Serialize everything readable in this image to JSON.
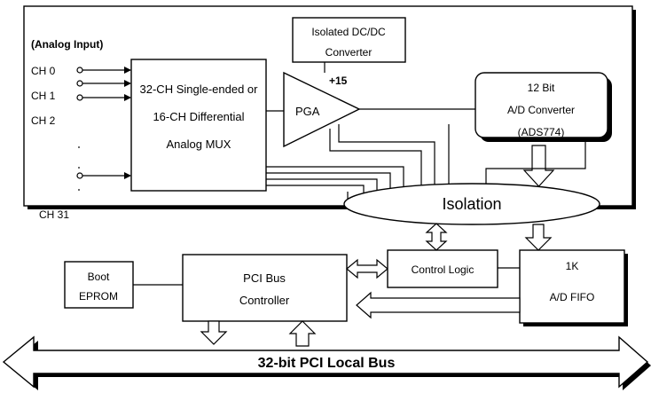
{
  "analog_input_title": "(Analog Input)",
  "channels": [
    "CH 0",
    "CH 1",
    "CH 2",
    "CH 31"
  ],
  "mux": {
    "line1": "32-CH Single-ended or",
    "line2": "16-CH Differential",
    "line3": "Analog MUX"
  },
  "dcdc": {
    "line1": "Isolated DC/DC",
    "line2": "Converter"
  },
  "voltage": "+15",
  "pga": "PGA",
  "adc": {
    "line1": "12 Bit",
    "line2": "A/D Converter",
    "line3": "(ADS774)"
  },
  "isolation": "Isolation",
  "boot": {
    "line1": "Boot",
    "line2": "EPROM"
  },
  "pci_controller": {
    "line1": "PCI Bus",
    "line2": "Controller"
  },
  "control_logic": "Control Logic",
  "fifo": {
    "line1": "1K",
    "line2": "A/D FIFO"
  },
  "bus": "32-bit PCI Local Bus"
}
